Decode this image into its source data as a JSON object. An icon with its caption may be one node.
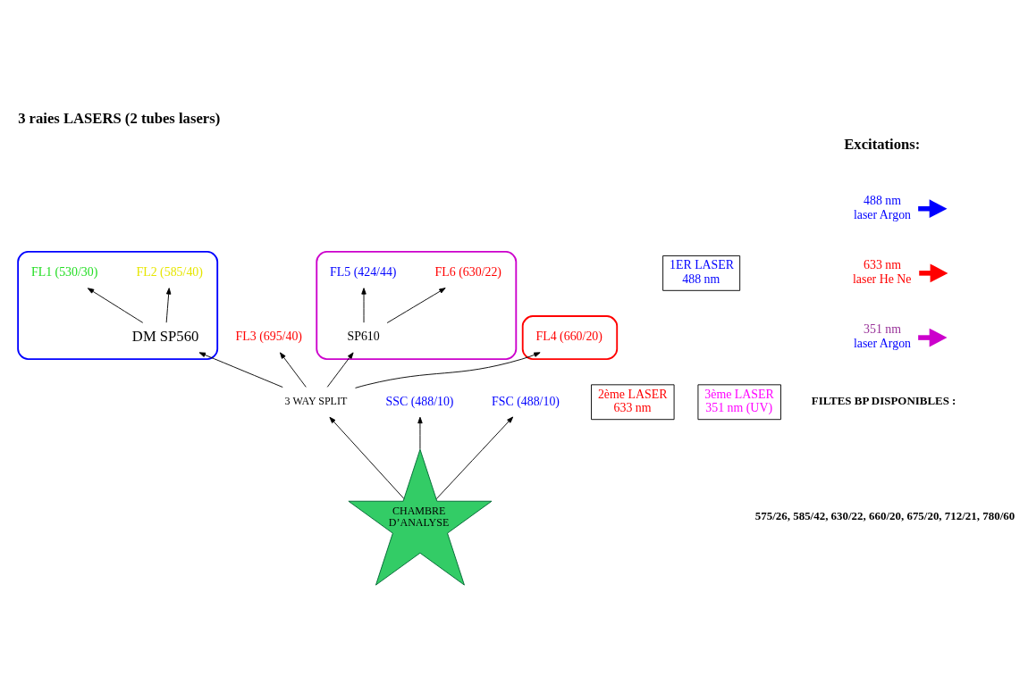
{
  "diagram": {
    "title": "3 raies LASERS (2 tubes lasers)",
    "nodes": [
      {
        "text": [],
        "shape": "ellipse"
      },
      {
        "text": [
          "FL1 (530/30)"
        ],
        "in": 0
      },
      {
        "text": [
          "FL2 (585/40)"
        ],
        "in": 0
      },
      {
        "text": [
          "DM SP560"
        ],
        "in": 0
      },
      {
        "text": [
          "FL3 (695/40)"
        ]
      },
      {
        "text": [],
        "shape": "ellipse"
      },
      {
        "text": [
          "FL5 (424/44)"
        ],
        "in": 5
      },
      {
        "text": [
          "SP610"
        ],
        "in": 5
      },
      {
        "text": [
          "FL6 (630/22)"
        ],
        "in": 5
      },
      {
        "text": [
          "3 WAY SPLIT"
        ]
      },
      {
        "text": [],
        "shape": "ellipse"
      },
      {
        "text": [
          "FL4 (660/20)"
        ],
        "in": 10
      },
      {
        "text": [
          "SSC (488/10)"
        ]
      },
      {
        "text": [
          "FSC (488/10)"
        ]
      },
      {
        "text": [
          "CHAMBRE D’ANALYSE"
        ]
      },
      {
        "text": [
          "1ER LASER 488 nm"
        ]
      },
      {
        "text": [
          "2ème LASER 633 nm"
        ]
      },
      {
        "text": [
          "3ème LASER 351 nm (UV)"
        ]
      },
      {
        "text": [
          "488 nm",
          "laser Argon"
        ]
      },
      {
        "text": [
          "633 nm",
          "laser He Ne"
        ]
      },
      {
        "text": [
          "351 nm",
          "laser Argon"
        ]
      }
    ],
    "edges": [
      {
        "from": 3,
        "to": 1,
        "arrow": "to"
      },
      {
        "from": 3,
        "to": 2,
        "arrow": "to"
      },
      {
        "from": 9,
        "to": 3,
        "arrow": "to"
      },
      {
        "from": 9,
        "to": 4,
        "arrow": "to"
      },
      {
        "from": 9,
        "to": 7,
        "arrow": "to"
      },
      {
        "from": 9,
        "to": 11,
        "arrow": "to"
      },
      {
        "from": 7,
        "to": 6,
        "arrow": "to"
      },
      {
        "from": 7,
        "to": 8,
        "arrow": "to"
      },
      {
        "from": 14,
        "to": 9,
        "arrow": "to"
      },
      {
        "from": 14,
        "to": 12,
        "arrow": "to"
      },
      {
        "from": 14,
        "to": 13,
        "arrow": "to"
      },
      {
        "from": 18,
        "to": null,
        "arrow": "to",
        "style": "thick",
        "color": "#0000ff"
      },
      {
        "from": 19,
        "to": null,
        "arrow": "to",
        "style": "thick",
        "color": "#ff0000"
      },
      {
        "from": 20,
        "to": null,
        "arrow": "to",
        "style": "thick",
        "color": "#cc00cc"
      }
    ],
    "labels": [
      "Excitations:",
      "FILTES BP DISPONIBLES :",
      "575/26, 585/42, 630/22, 660/20, 675/20, 712/21, 780/60"
    ]
  }
}
